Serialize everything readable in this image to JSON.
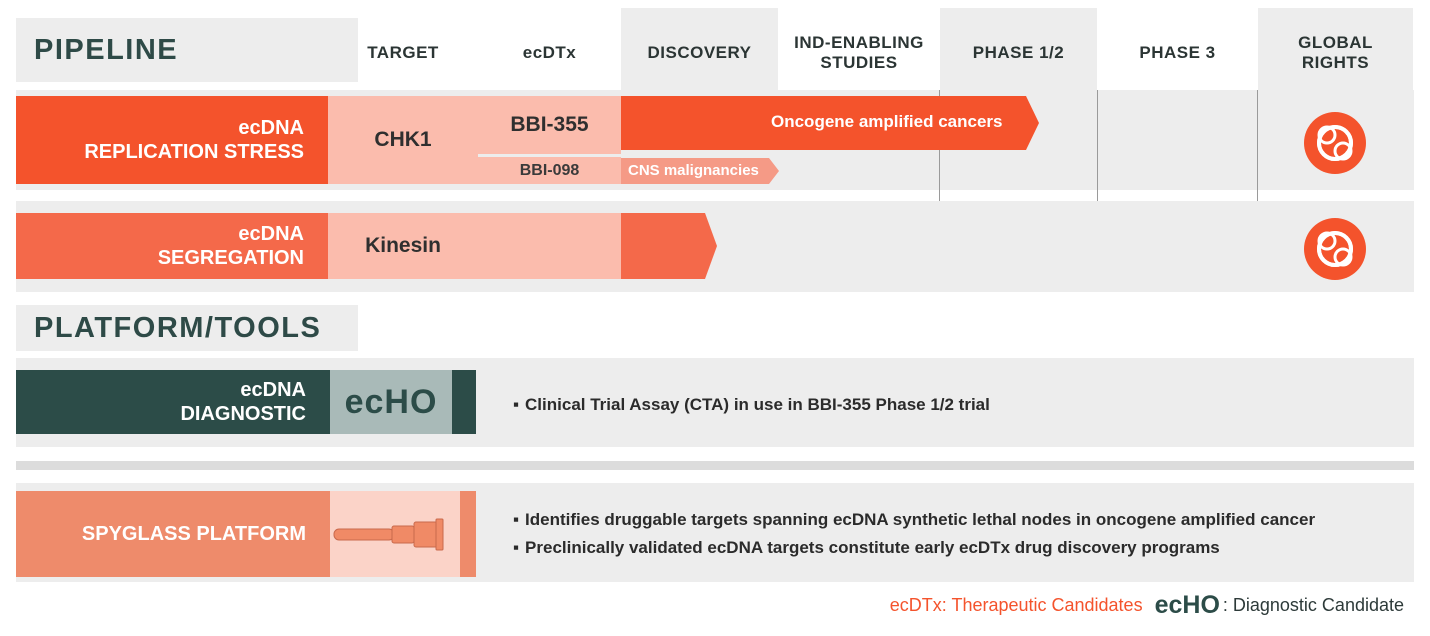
{
  "pipeline": {
    "title": "PIPELINE",
    "columns": {
      "target": "TARGET",
      "ecdtx": "ecDTx",
      "discovery": "DISCOVERY",
      "ind_line1": "IND-ENABLING",
      "ind_line2": "STUDIES",
      "phase12": "PHASE 1/2",
      "phase3": "PHASE 3",
      "global_line1": "GLOBAL",
      "global_line2": "RIGHTS"
    },
    "rows": [
      {
        "label_line1": "ecDNA",
        "label_line2": "REPLICATION STRESS",
        "target": "CHK1",
        "candidates": [
          {
            "name": "BBI-355",
            "indication": "Oncogene amplified cancers",
            "progress": "Phase 1/2"
          },
          {
            "name": "BBI-098",
            "indication": "CNS malignancies",
            "progress": "Discovery"
          }
        ]
      },
      {
        "label_line1": "ecDNA",
        "label_line2": "SEGREGATION",
        "target": "Kinesin",
        "candidates": [
          {
            "name": "",
            "indication": "",
            "progress": "Discovery"
          }
        ]
      }
    ]
  },
  "platform": {
    "title": "PLATFORM/TOOLS",
    "rows": [
      {
        "label_line1": "ecDNA",
        "label_line2": "DIAGNOSTIC",
        "logo_text": "ecHO",
        "bullets": [
          "Clinical Trial Assay (CTA) in use in BBI-355 Phase 1/2 trial"
        ]
      },
      {
        "label_line1": "SPYGLASS PLATFORM",
        "bullets": [
          "Identifies druggable targets spanning ecDNA synthetic lethal nodes in oncogene amplified cancer",
          "Preclinically validated ecDNA targets constitute early ecDTx drug discovery programs"
        ]
      }
    ]
  },
  "legend": {
    "ecdtx": "ecDTx: Therapeutic Candidates",
    "logo_text": "ecHO",
    "diag": ": Diagnostic Candidate"
  },
  "colors": {
    "primary_orange": "#f4532c",
    "salmon": "#f59a86",
    "light_salmon": "#fbbcad",
    "dark_teal": "#2c4c48",
    "spyglass_orange": "#ee8b6b"
  }
}
